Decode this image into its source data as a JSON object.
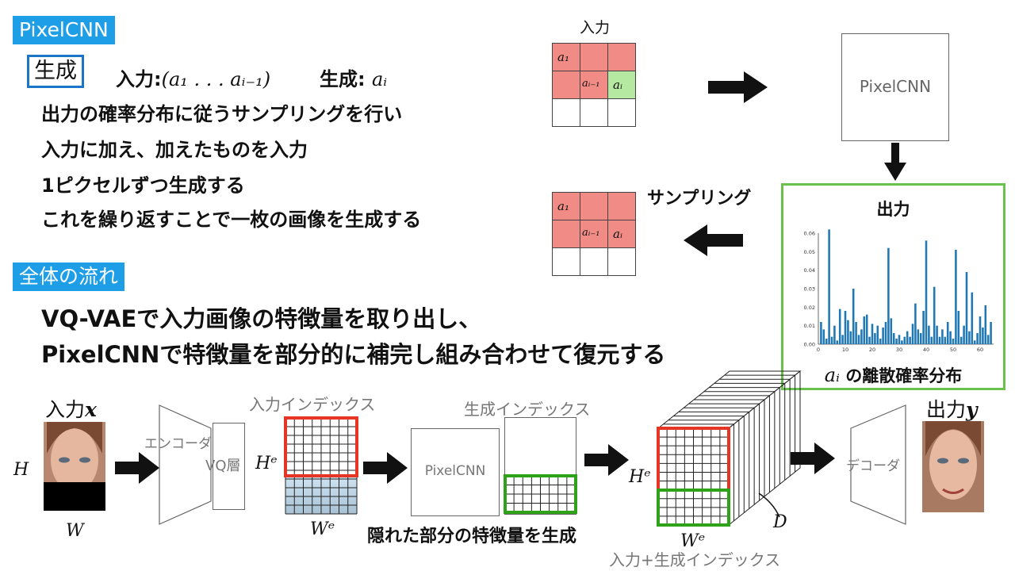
{
  "title": "PixelCNN",
  "generation": {
    "label": "生成",
    "input_text": "入力:",
    "input_math": "(a₁ . . . aᵢ₋₁)",
    "gen_text": "生成:",
    "gen_math": "aᵢ",
    "lines": [
      "出力の確率分布に従うサンプリングを行い",
      "入力に加え、加えたものを入力",
      "1ピクセルずつ生成する",
      "これを繰り返すことで一枚の画像を生成する"
    ]
  },
  "top_diagram": {
    "input_label": "入力",
    "cells": {
      "a1": "a₁",
      "ai_1": "aᵢ₋₁",
      "ai": "aᵢ"
    },
    "model_label": "PixelCNN",
    "output_label": "出力",
    "sampling_label": "サンプリング",
    "dist_caption_math": "aᵢ",
    "dist_caption": "の離散確率分布",
    "colors": {
      "red": "#f08c85",
      "green": "#b5e8a0",
      "border": "#6ac24d",
      "bar": "#1f77b4"
    }
  },
  "chart_data": {
    "type": "bar",
    "ylim": [
      0,
      0.06
    ],
    "yticks": [
      "0.00",
      "0.01",
      "0.02",
      "0.03",
      "0.04",
      "0.05",
      "0.06"
    ],
    "xticks": [
      "0",
      "10",
      "20",
      "30",
      "40",
      "50",
      "60"
    ],
    "values": [
      0.012,
      0.008,
      0.003,
      0.062,
      0.004,
      0.01,
      0.002,
      0.019,
      0.005,
      0.018,
      0.013,
      0.007,
      0.03,
      0.012,
      0.005,
      0.008,
      0.015,
      0.016,
      0.004,
      0.011,
      0.006,
      0.01,
      0.003,
      0.009,
      0.012,
      0.052,
      0.014,
      0.006,
      0.003,
      0.005,
      0.002,
      0.004,
      0.007,
      0.004,
      0.011,
      0.022,
      0.008,
      0.006,
      0.018,
      0.056,
      0.01,
      0.004,
      0.031,
      0.01,
      0.004,
      0.008,
      0.004,
      0.012,
      0.007,
      0.003,
      0.051,
      0.018,
      0.004,
      0.01,
      0.039,
      0.007,
      0.028,
      0.002,
      0.006,
      0.015,
      0.009,
      0.021,
      0.005,
      0.012
    ]
  },
  "flow": {
    "label": "全体の流れ",
    "line1": "VQ-VAEで入力画像の特徴量を取り出し、",
    "line2": "PixelCNNで特徴量を部分的に補完し組み合わせて復元する"
  },
  "pipeline": {
    "input_label": "入力",
    "input_var": "x",
    "H": "H",
    "W": "W",
    "encoder": "エンコーダ",
    "vq_layer": "VQ層",
    "input_index": "入力インデックス",
    "He": "Hᵉ",
    "We": "Wᵉ",
    "pixelcnn": "PixelCNN",
    "gen_index": "生成インデックス",
    "hidden_caption": "隠れた部分の特徴量を生成",
    "D": "D",
    "combined_index": "入力+生成インデックス",
    "decoder": "デコーダ",
    "output_label": "出力",
    "output_var": "y"
  }
}
